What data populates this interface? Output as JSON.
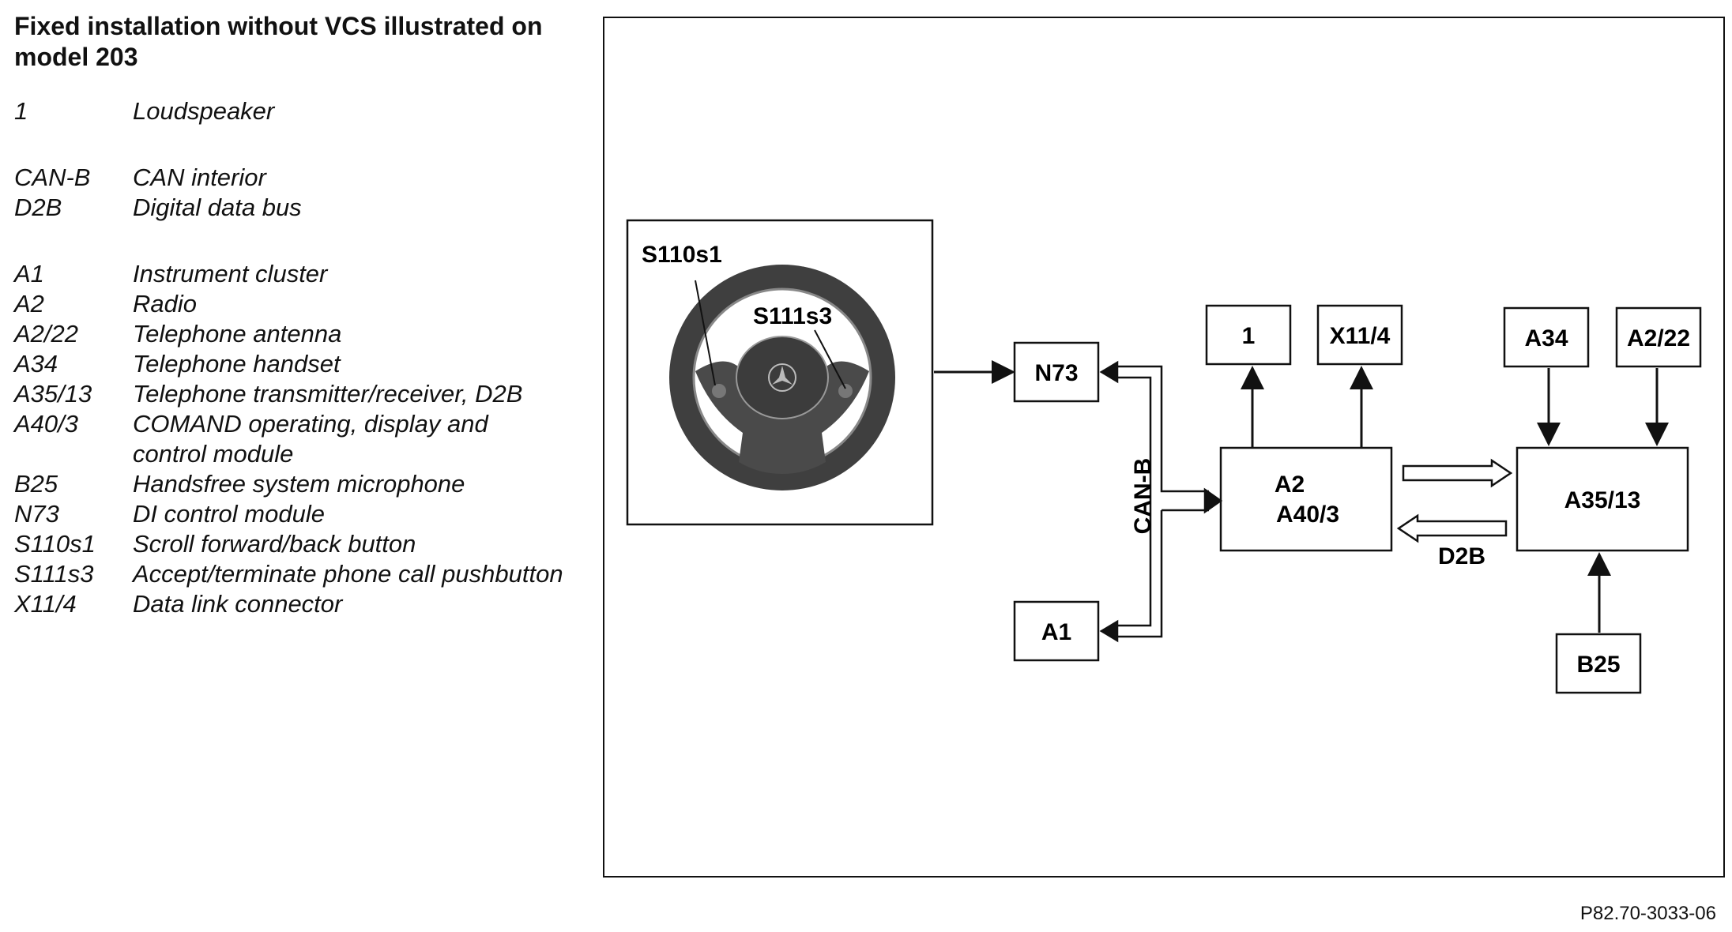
{
  "title": "Fixed installation without VCS illustrated on model 203",
  "legend": [
    {
      "code": "1",
      "desc": "Loudspeaker"
    },
    {
      "gap": true
    },
    {
      "code": "CAN-B",
      "desc": "CAN interior"
    },
    {
      "code": "D2B",
      "desc": "Digital data bus"
    },
    {
      "gap": true
    },
    {
      "code": "A1",
      "desc": "Instrument cluster"
    },
    {
      "code": "A2",
      "desc": "Radio"
    },
    {
      "code": "A2/22",
      "desc": "Telephone antenna"
    },
    {
      "code": "A34",
      "desc": "Telephone handset"
    },
    {
      "code": "A35/13",
      "desc": "Telephone transmitter/receiver, D2B"
    },
    {
      "code": "A40/3",
      "desc": "COMAND operating, display and control module"
    },
    {
      "code": "B25",
      "desc": "Handsfree system microphone"
    },
    {
      "code": "N73",
      "desc": "DI control module"
    },
    {
      "code": "S110s1",
      "desc": "Scroll forward/back button"
    },
    {
      "code": "S111s3",
      "desc": "Accept/terminate phone call pushbutton"
    },
    {
      "code": "X11/4",
      "desc": "Data link connector"
    }
  ],
  "diagram": {
    "steering_callouts": {
      "left": "S110s1",
      "right": "S111s3"
    },
    "boxes": {
      "n73": "N73",
      "a1": "A1",
      "speaker": "1",
      "x114": "X11/4",
      "a2_line1": "A2",
      "a2_line2": "A40/3",
      "a34": "A34",
      "a222": "A2/22",
      "a3513": "A35/13",
      "b25": "B25"
    },
    "bus_labels": {
      "canb": "CAN-B",
      "d2b": "D2B"
    }
  },
  "footer_ref": "P82.70-3033-06"
}
